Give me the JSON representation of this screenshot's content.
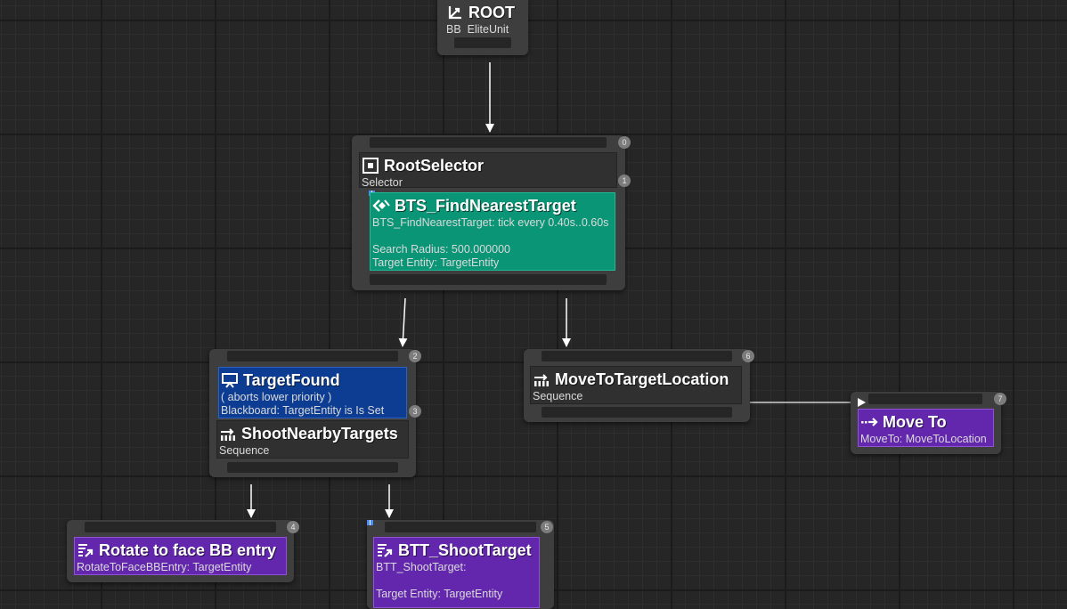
{
  "graph": {
    "root": {
      "title": "ROOT",
      "subtitle": "BB_EliteUnit",
      "icon": "root-icon"
    },
    "root_selector": {
      "title": "RootSelector",
      "subtitle": "Selector",
      "icon": "selector-icon",
      "badges": [
        "0",
        "1"
      ],
      "service": {
        "title": "BTS_FindNearestTarget",
        "icon": "service-icon",
        "line1": "BTS_FindNearestTarget: tick every 0.40s..0.60s",
        "line2": "Search Radius: 500.000000",
        "line3": "Target Entity: TargetEntity"
      }
    },
    "target_found_node": {
      "badges": [
        "2",
        "3"
      ],
      "decorator": {
        "title": "TargetFound",
        "icon": "blackboard-icon",
        "line1": "( aborts lower priority )",
        "line2": "Blackboard: TargetEntity is Is Set"
      },
      "composite": {
        "title": "ShootNearbyTargets",
        "subtitle": "Sequence",
        "icon": "sequence-icon"
      }
    },
    "move_to_target_location": {
      "title": "MoveToTargetLocation",
      "subtitle": "Sequence",
      "icon": "sequence-icon",
      "badge": "6"
    },
    "move_to": {
      "title": "Move To",
      "subtitle": "MoveTo: MoveToLocation",
      "icon": "move-to-icon",
      "badge": "7"
    },
    "rotate_to_face": {
      "title": "Rotate to face BB entry",
      "subtitle": "RotateToFaceBBEntry: TargetEntity",
      "icon": "task-icon",
      "badge": "4"
    },
    "shoot_target": {
      "title": "BTT_ShootTarget",
      "icon": "task-icon",
      "badge": "5",
      "line1": "BTT_ShootTarget:",
      "line2": "Target Entity: TargetEntity"
    }
  },
  "colors": {
    "grid_background": "#262626",
    "node_body": "#3e3e3e",
    "composite": "#303030",
    "service": "#0a9576",
    "decorator": "#0d3d92",
    "task": "#6327ad",
    "wire": "#ffffff"
  }
}
